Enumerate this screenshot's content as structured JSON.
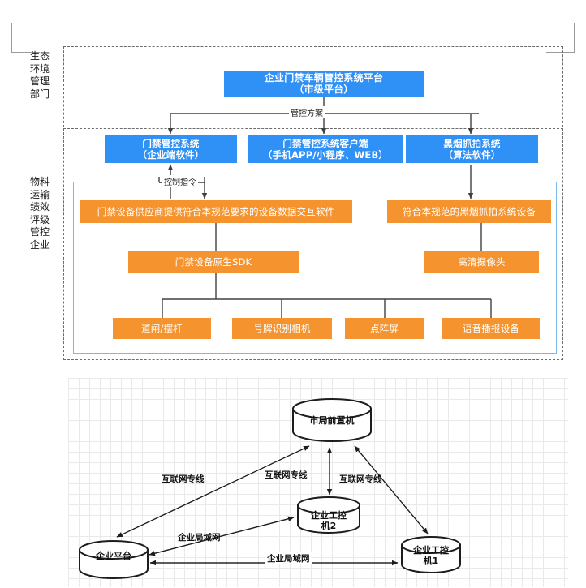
{
  "document": {
    "page_marks": [
      "top-left-crop-mark",
      "top-right-crop-mark"
    ]
  },
  "colors": {
    "blue": "#2f90f5",
    "orange": "#f5942f",
    "inner_border": "#7db8e8",
    "band_border": "#6b6b6b",
    "grid_minor": "#e9e9e9",
    "grid_major": "#dcdcdc",
    "arrow": "#404040"
  },
  "architecture_diagram": {
    "swimlanes": [
      {
        "id": "eco",
        "label": "生态环境管理部门"
      },
      {
        "id": "enterprise",
        "label": "物料运输绩效评级管控企业"
      }
    ],
    "nodes": {
      "platform": {
        "line1": "企业门禁车辆管控系统平台",
        "line2": "（市级平台）",
        "style": "blue"
      },
      "access_control_system": {
        "line1": "门禁管控系统",
        "line2": "（企业端软件）",
        "style": "blue"
      },
      "client": {
        "line1": "门禁管控系统客户端",
        "line2": "（手机APP/小程序、WEB）",
        "style": "blue"
      },
      "smoke_capture_system": {
        "line1": "黑烟抓拍系统",
        "line2": "（算法软件）",
        "style": "blue"
      },
      "vendor_software": {
        "label": "门禁设备供应商提供符合本规范要求的设备数据交互软件",
        "style": "orange"
      },
      "smoke_device": {
        "label": "符合本规范的黑烟抓拍系统设备",
        "style": "orange"
      },
      "native_sdk": {
        "label": "门禁设备原生SDK",
        "style": "orange"
      },
      "hd_camera": {
        "label": "高清摄像头",
        "style": "orange"
      },
      "barrier_gate": {
        "label": "道闸/摆杆",
        "style": "orange"
      },
      "plate_camera": {
        "label": "号牌识别相机",
        "style": "orange"
      },
      "dot_matrix_screen": {
        "label": "点阵屏",
        "style": "orange"
      },
      "voice_device": {
        "label": "语音播报设备",
        "style": "orange"
      }
    },
    "edge_labels": {
      "plan": "管控方案",
      "command": "控制指令"
    }
  },
  "network_diagram": {
    "nodes": {
      "city_front_end": {
        "line1": "市局前置机"
      },
      "enterprise_ipc2": {
        "line1": "企业工控",
        "line2": "机2"
      },
      "enterprise_platform": {
        "line1": "企业平台"
      },
      "enterprise_ipc1": {
        "line1": "企业工控",
        "line2": "机1"
      }
    },
    "link_labels": {
      "wan_left": "互联网专线",
      "wan_center": "互联网专线",
      "wan_right": "互联网专线",
      "lan_upper": "企业局域网",
      "lan_lower": "企业局域网"
    }
  }
}
